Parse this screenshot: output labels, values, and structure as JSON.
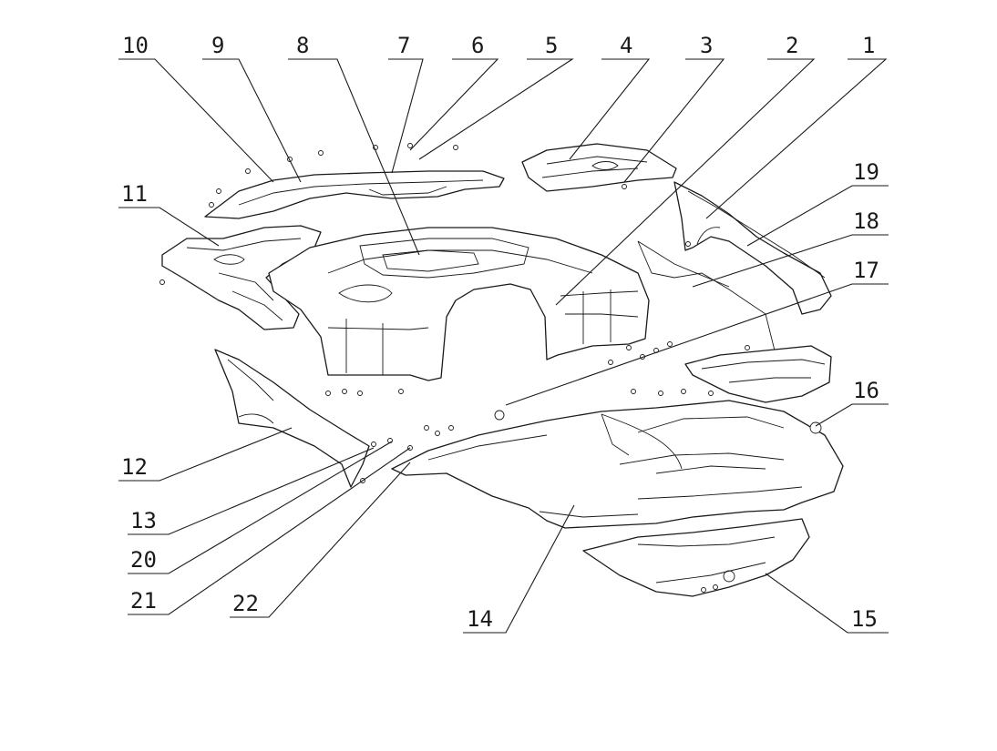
{
  "parts": [
    {
      "id": "1",
      "label": "1"
    },
    {
      "id": "2",
      "label": "2"
    },
    {
      "id": "3",
      "label": "3"
    },
    {
      "id": "4",
      "label": "4"
    },
    {
      "id": "5",
      "label": "5"
    },
    {
      "id": "6",
      "label": "6"
    },
    {
      "id": "7",
      "label": "7"
    },
    {
      "id": "8",
      "label": "8"
    },
    {
      "id": "9",
      "label": "9"
    },
    {
      "id": "10",
      "label": "10"
    },
    {
      "id": "11",
      "label": "11"
    },
    {
      "id": "12",
      "label": "12"
    },
    {
      "id": "13",
      "label": "13"
    },
    {
      "id": "14",
      "label": "14"
    },
    {
      "id": "15",
      "label": "15"
    },
    {
      "id": "16",
      "label": "16"
    },
    {
      "id": "17",
      "label": "17"
    },
    {
      "id": "18",
      "label": "18"
    },
    {
      "id": "19",
      "label": "19"
    },
    {
      "id": "20",
      "label": "20"
    },
    {
      "id": "21",
      "label": "21"
    },
    {
      "id": "22",
      "label": "22"
    }
  ]
}
